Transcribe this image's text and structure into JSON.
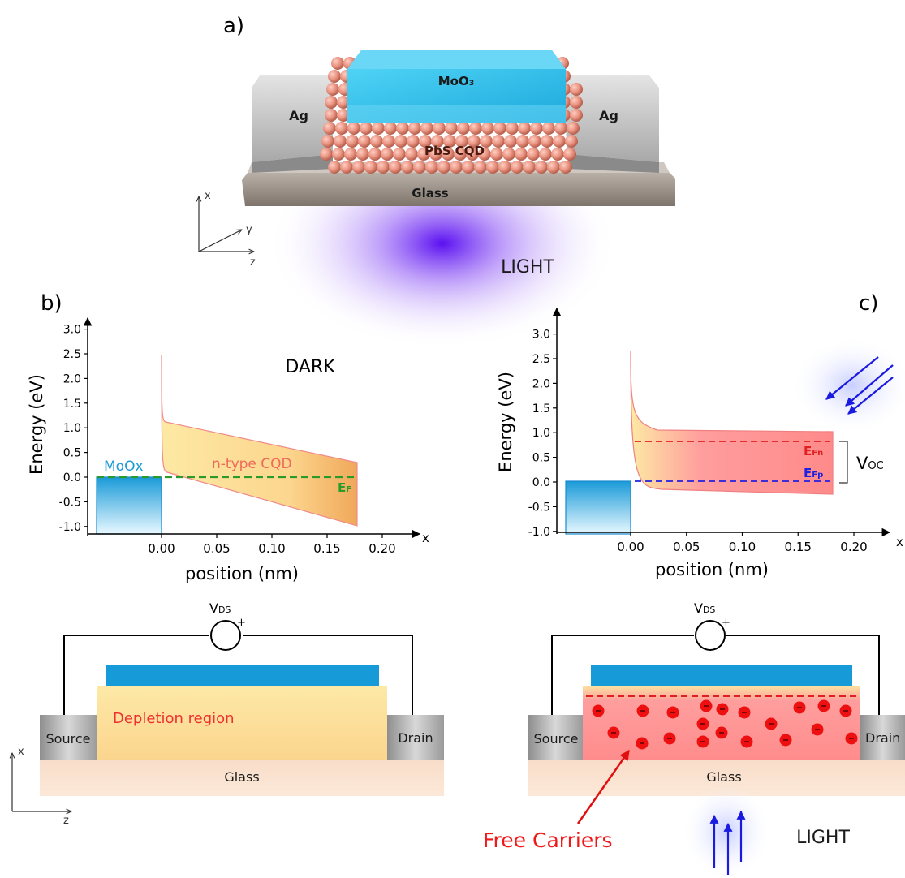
{
  "panel_a": {
    "label": "a)",
    "mo_label": "MoO₃",
    "ag_left": "Ag",
    "ag_right": "Ag",
    "pbs_label": "PbS CQD",
    "glass_label": "Glass",
    "axis_x": "x",
    "axis_y": "y",
    "axis_z": "z",
    "light_label": "LIGHT"
  },
  "panel_b": {
    "label": "b)",
    "condition": "DARK",
    "ylabel": "Energy (eV)",
    "xlabel": "position (nm)",
    "x_axis_letter": "x",
    "yticks": [
      "3.0",
      "2.5",
      "2.0",
      "1.5",
      "1.0",
      "0.5",
      "0.0",
      "-0.5",
      "-1.0"
    ],
    "xticks": [
      "0.00",
      "0.05",
      "0.10",
      "0.15",
      "0.20"
    ],
    "moox_label": "MoOx",
    "cqd_label": "n-type CQD",
    "ef_label": "E",
    "ef_sub": "F",
    "vds_label": "V",
    "vds_sub": "DS",
    "plus": "+",
    "depletion_label": "Depletion region",
    "source_label": "Source",
    "drain_label": "Drain",
    "glass_label": "Glass",
    "axis_x": "x",
    "axis_z": "z"
  },
  "panel_c": {
    "label": "c)",
    "ylabel": "Energy (eV)",
    "xlabel": "position (nm)",
    "x_axis_letter": "x",
    "yticks": [
      "3.0",
      "2.5",
      "2.0",
      "1.5",
      "1.0",
      "0.5",
      "0.0",
      "-0.5",
      "-1.0"
    ],
    "xticks": [
      "0.00",
      "0.05",
      "0.10",
      "0.15",
      "0.20"
    ],
    "efn_label": "E",
    "efn_sub": "Fn",
    "efp_label": "E",
    "efp_sub": "Fp",
    "voc_label": "V",
    "voc_sub": "OC",
    "vds_label": "V",
    "vds_sub": "DS",
    "plus": "+",
    "source_label": "Source",
    "drain_label": "Drain",
    "glass_label": "Glass",
    "free_carriers_label": "Free Carriers",
    "light_label": "LIGHT"
  },
  "colors": {
    "moo3": "#2ab8e6",
    "silver": "#c9c9c9",
    "pbs": "#e8907e",
    "cqd_yellow": "#fde7a0",
    "cqd_orange": "#f4b46a",
    "illuminated_red": "#ff8c8c",
    "ef_green": "#2a9a2a",
    "efn_red": "#e02020",
    "efp_blue": "#2020e0",
    "light_violet": "#6a1ff0"
  }
}
